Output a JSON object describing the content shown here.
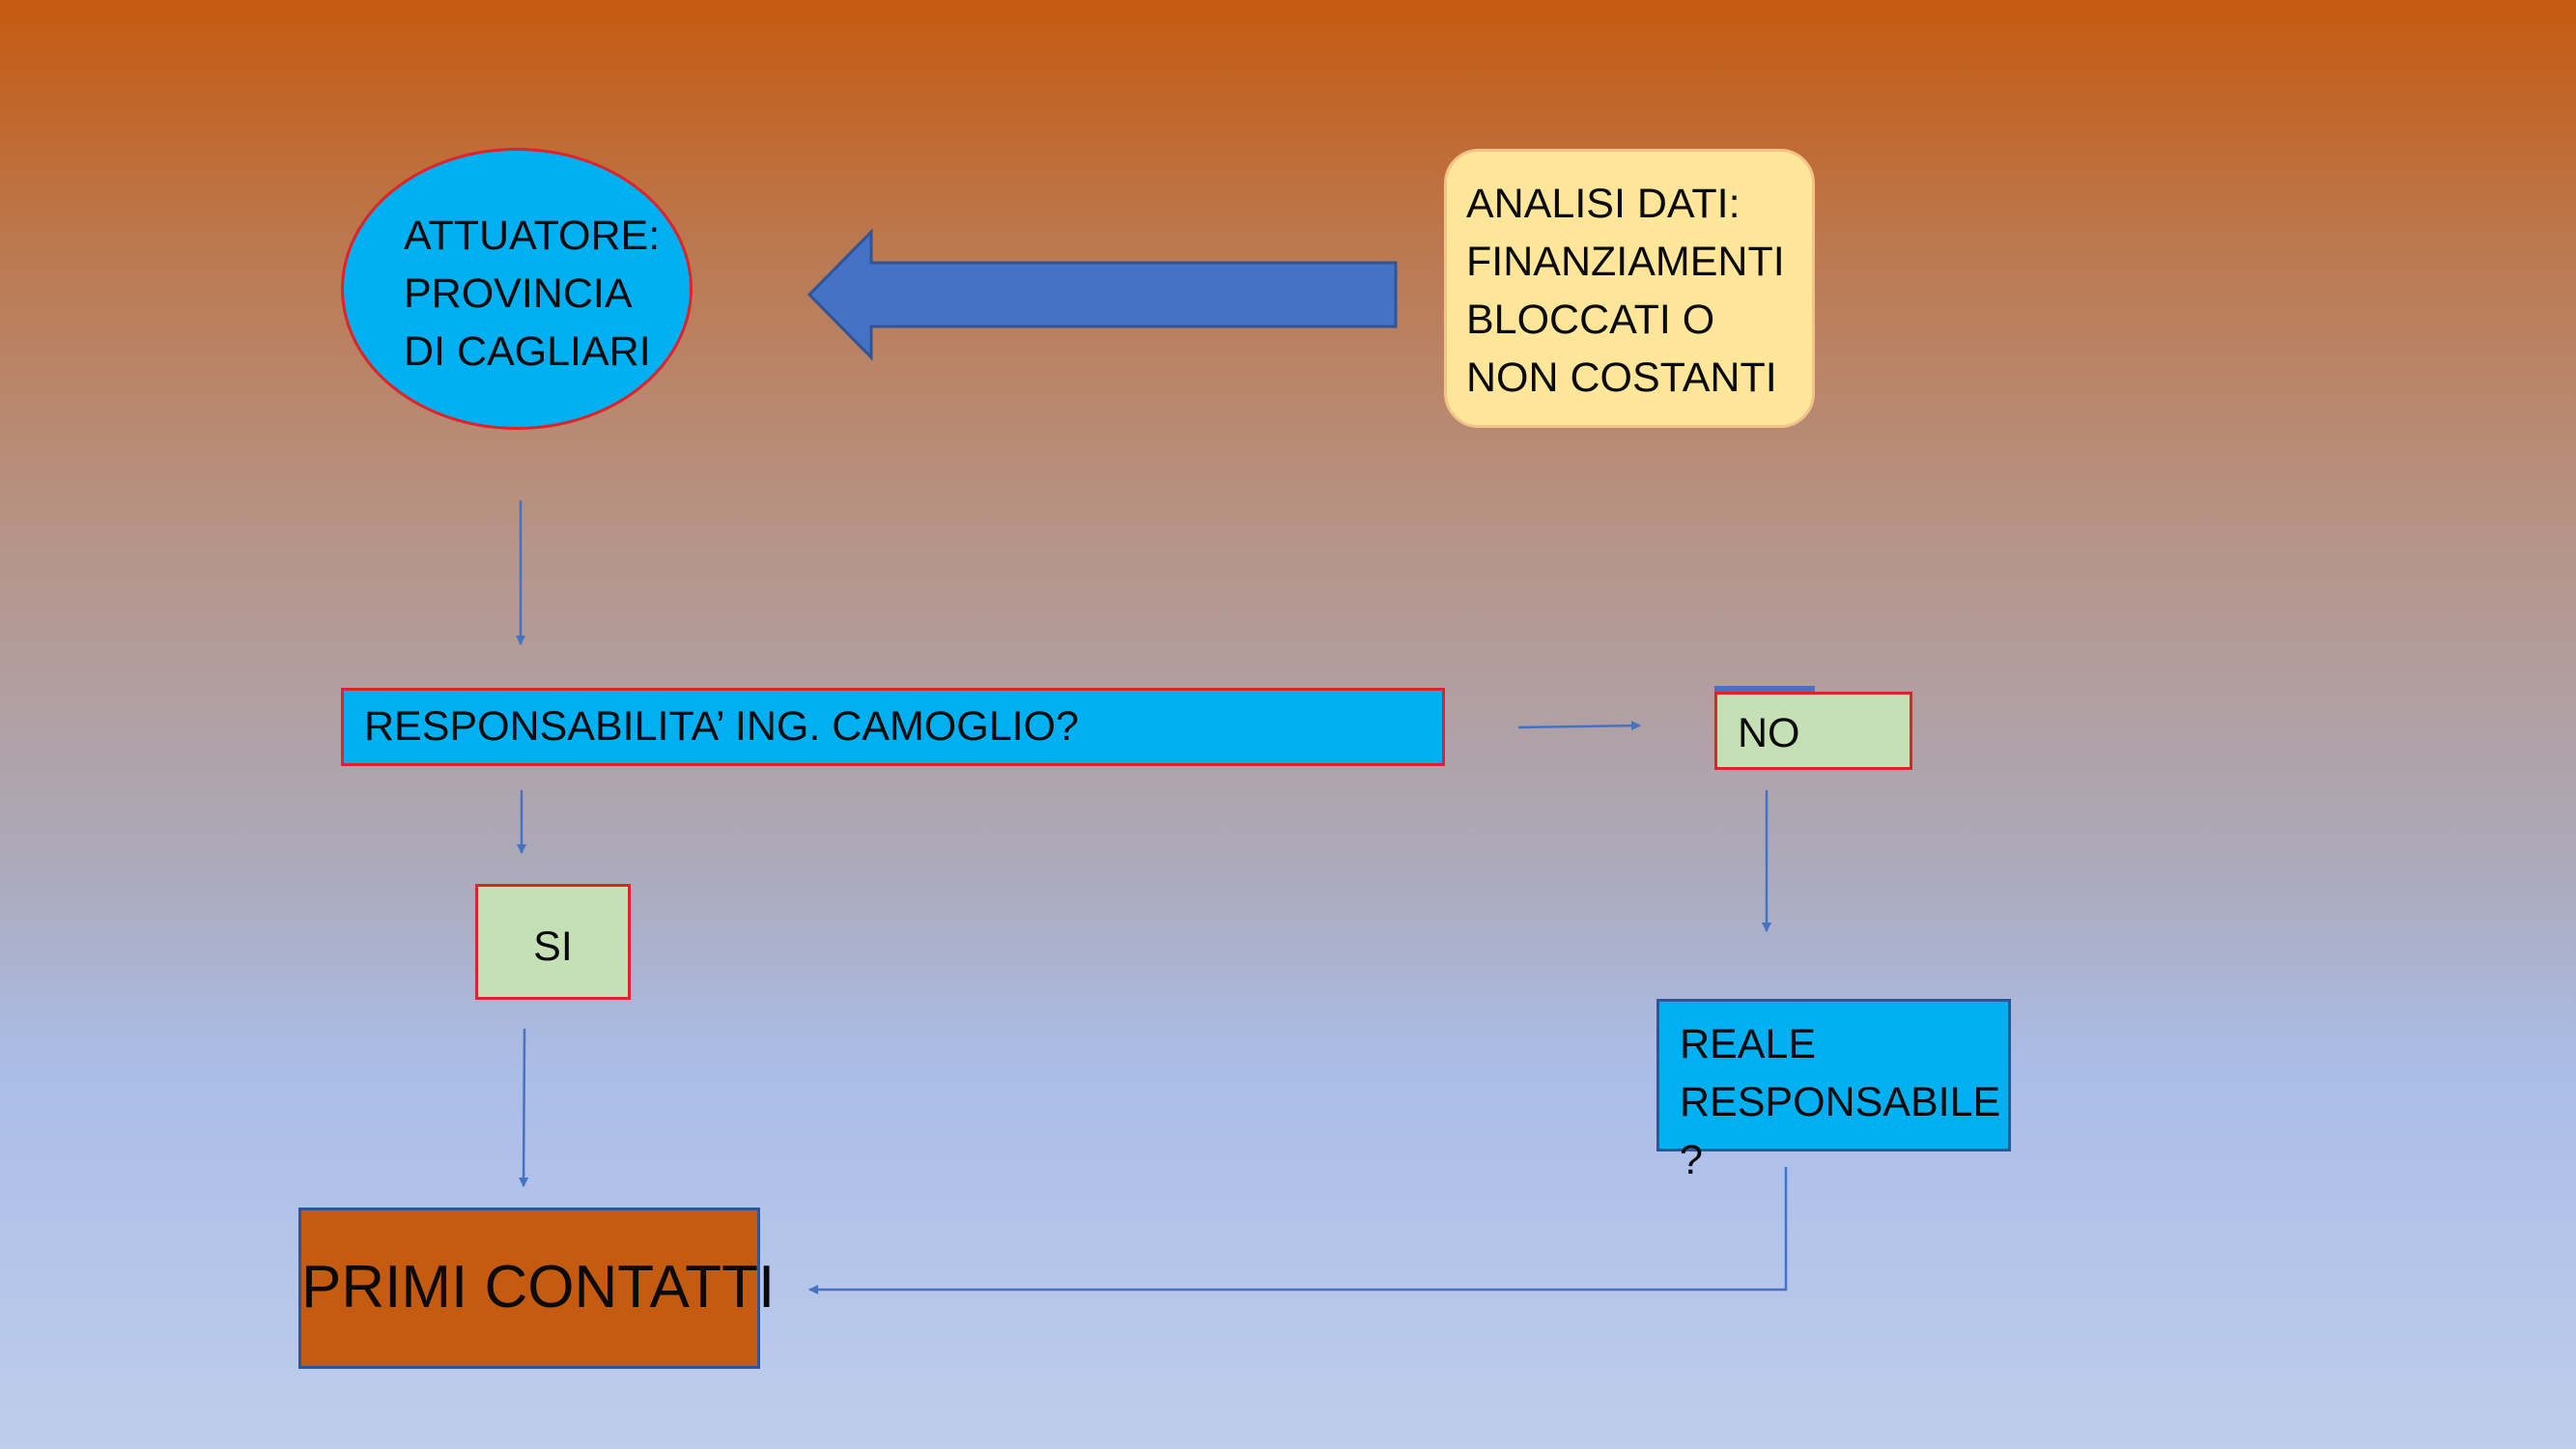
{
  "diagram": {
    "nodes": {
      "attuatore": {
        "lines": [
          "ATTUATORE:",
          "PROVINCIA",
          "DI CAGLIARI"
        ]
      },
      "analisi": {
        "lines": [
          "ANALISI DATI:",
          "FINANZIAMENTI",
          "BLOCCATI O",
          "NON COSTANTI"
        ]
      },
      "responsabilita": {
        "label": "RESPONSABILITA’ ING. CAMOGLIO?"
      },
      "no": {
        "label": "NO"
      },
      "si": {
        "label": "SI"
      },
      "reale": {
        "lines": [
          "REALE",
          "RESPONSABILE ?"
        ]
      },
      "primi": {
        "label": "PRIMI CONTATTI"
      }
    },
    "edges": [
      {
        "from": "analisi",
        "to": "attuatore",
        "style": "block-arrow"
      },
      {
        "from": "attuatore",
        "to": "responsabilita",
        "style": "arrow"
      },
      {
        "from": "responsabilita",
        "to": "si",
        "style": "arrow"
      },
      {
        "from": "responsabilita",
        "to": "no",
        "style": "arrow"
      },
      {
        "from": "si",
        "to": "primi",
        "style": "arrow"
      },
      {
        "from": "no",
        "to": "reale",
        "style": "arrow"
      },
      {
        "from": "reale",
        "to": "primi",
        "style": "elbow-arrow"
      }
    ],
    "colors": {
      "cyan_fill": "#00b0f0",
      "red_border": "#e0222a",
      "green_fill": "#c5e0b4",
      "yellow_fill": "#ffe699",
      "orange_fill": "#c55a11",
      "arrow_blue": "#4472c4",
      "dark_blue": "#2f5597"
    }
  }
}
